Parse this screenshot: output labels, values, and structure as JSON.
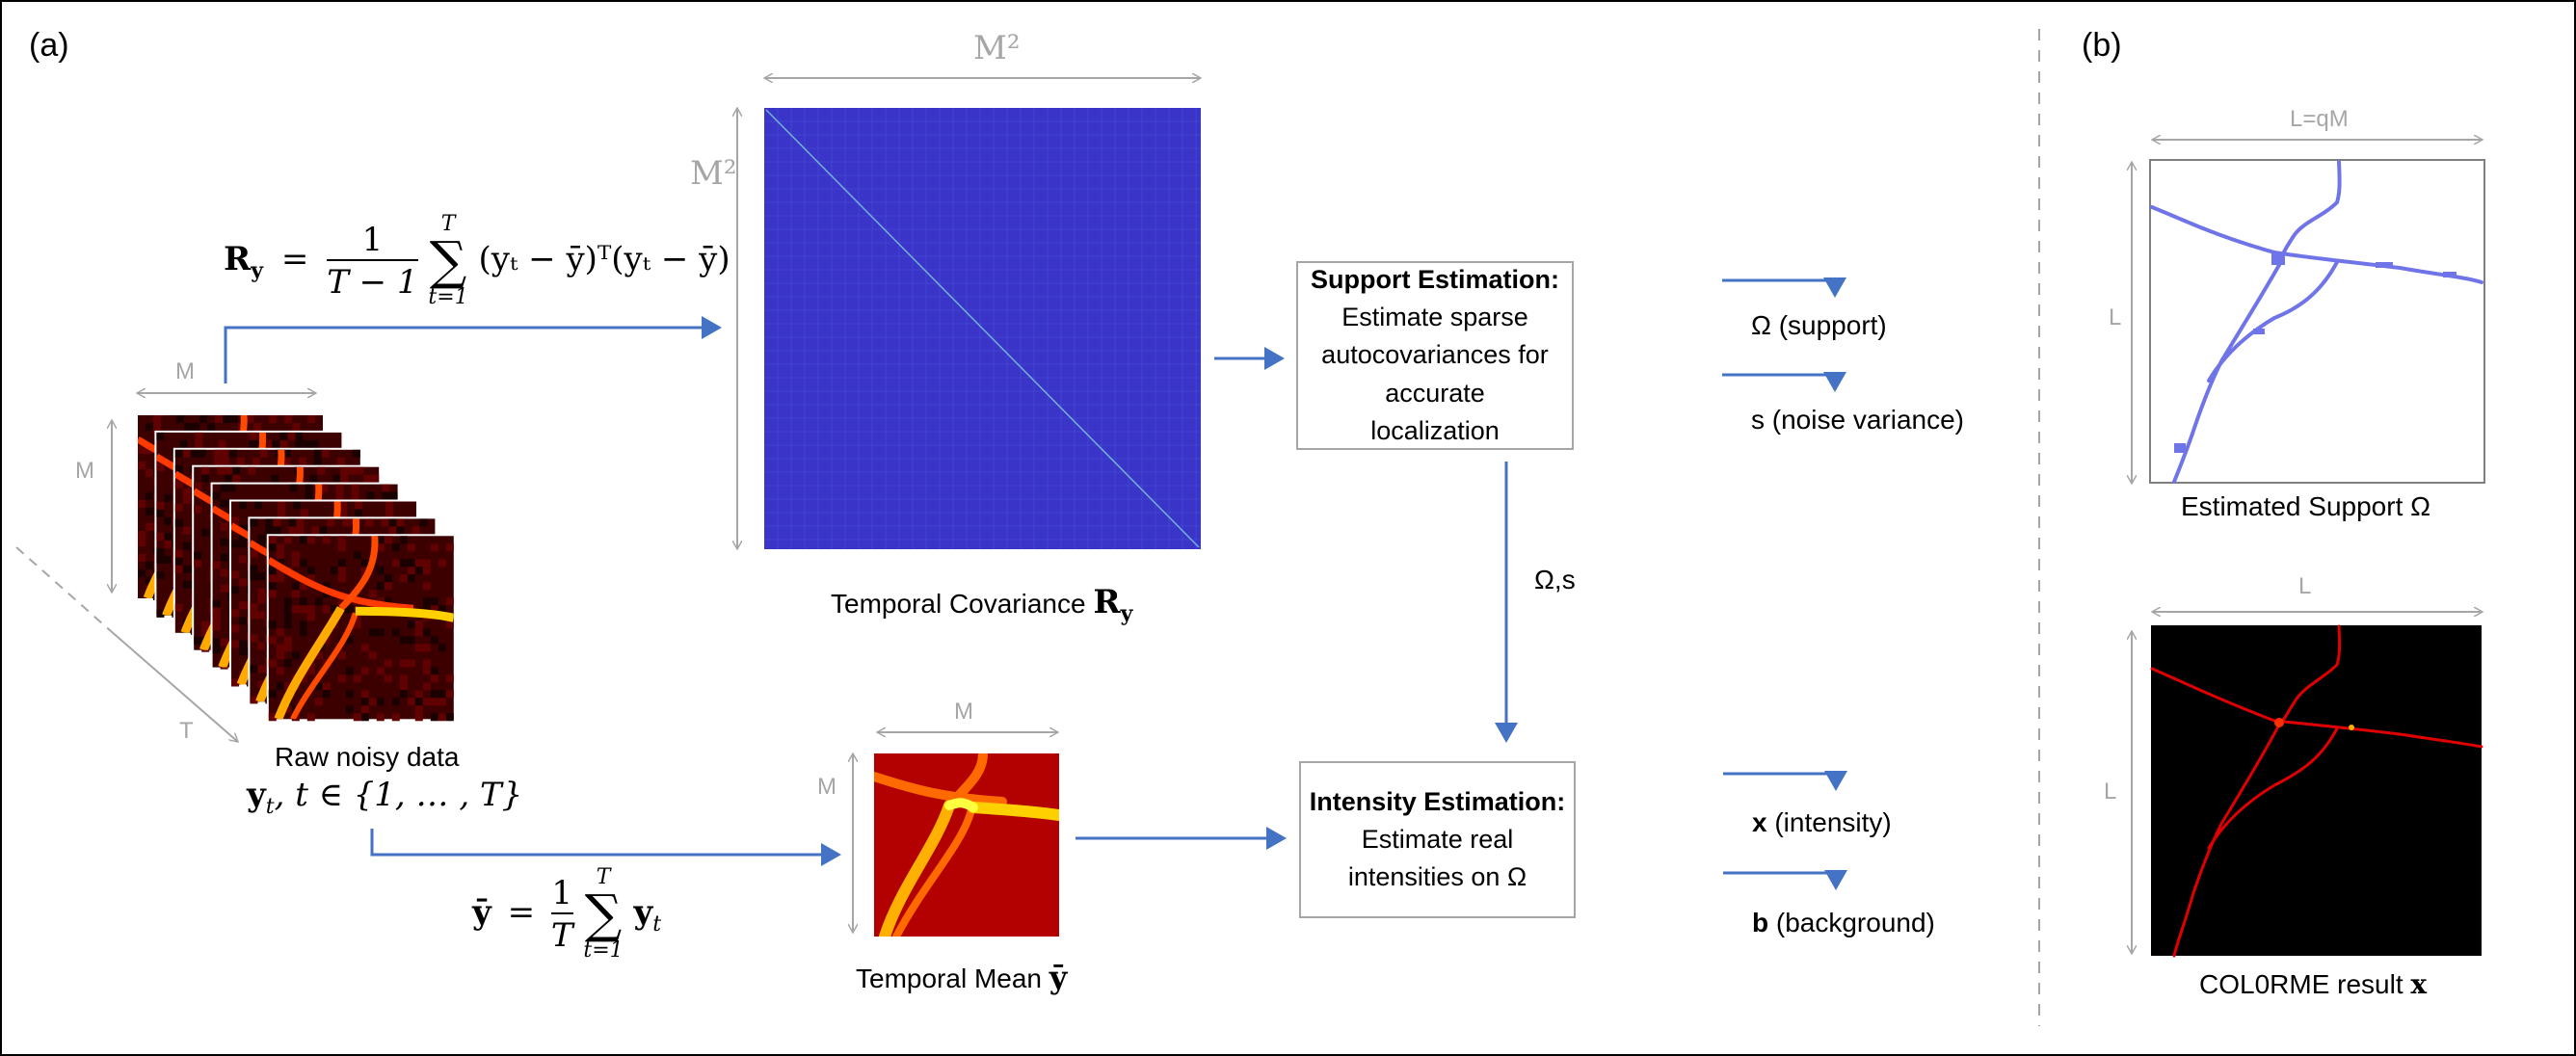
{
  "panels": {
    "a_label": "(a)",
    "b_label": "(b)"
  },
  "raw_data": {
    "caption": "Raw noisy data",
    "formula_var": "y",
    "formula_sub": "t",
    "formula_set": ", t ∈ {1, … , T}",
    "dim_width": "M",
    "dim_height": "M",
    "dim_time": "T",
    "frame_count": 8
  },
  "covariance": {
    "formula_lhs": "R",
    "formula_lhs_sub": "y",
    "formula_frac_num": "1",
    "formula_frac_den": "T − 1",
    "formula_sum_top": "T",
    "formula_sum_bottom": "t=1",
    "formula_body": "(y",
    "formula_body_full": "(yₜ − ȳ)ᵀ(yₜ − ȳ)",
    "dim_width": "M²",
    "dim_height": "M²",
    "caption": "Temporal Covariance",
    "caption_symbol": "R",
    "caption_symbol_sub": "y"
  },
  "mean": {
    "formula_lhs": "ȳ",
    "formula_frac_num": "1",
    "formula_frac_den": "T",
    "formula_sum_top": "T",
    "formula_sum_bottom": "t=1",
    "formula_body": "y",
    "formula_body_sub": "t",
    "dim_width": "M",
    "dim_height": "M",
    "caption": "Temporal Mean",
    "caption_symbol": "ȳ"
  },
  "support_box": {
    "title": "Support Estimation:",
    "lines": [
      "Estimate sparse",
      "autocovariances for accurate",
      "localization"
    ],
    "outputs": [
      {
        "symbol": "Ω",
        "label": " (support)"
      },
      {
        "symbol": "s",
        "label": " (noise variance)"
      }
    ]
  },
  "link_label": "Ω,s",
  "intensity_box": {
    "title": "Intensity Estimation:",
    "lines": [
      "Estimate real intensities on Ω"
    ],
    "outputs": [
      {
        "symbol": "x",
        "label": " (intensity)"
      },
      {
        "symbol": "b",
        "label": " (background)"
      }
    ]
  },
  "panel_b": {
    "support": {
      "dim_width": "L=qM",
      "dim_height": "L",
      "caption": "Estimated Support Ω"
    },
    "result": {
      "dim_width": "L",
      "dim_height": "L",
      "caption": "COL0RME result",
      "caption_symbol": "x"
    }
  },
  "colors": {
    "arrow_blue": "#4472c4",
    "dim_gray": "#a6a6a6",
    "covariance_blue": "#3a35c8",
    "support_blue": "#6f74e8",
    "mean_red": "#b30000",
    "result_bg": "#000000"
  }
}
